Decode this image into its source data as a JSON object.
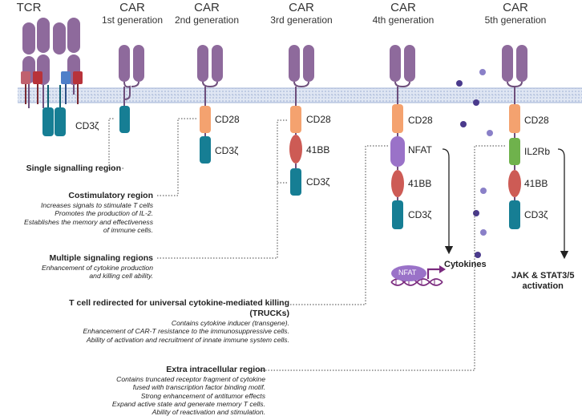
{
  "headers": {
    "tcr": "TCR",
    "car1": {
      "title": "CAR",
      "sub": "1st generation"
    },
    "car2": {
      "title": "CAR",
      "sub": "2nd generation"
    },
    "car3": {
      "title": "CAR",
      "sub": "3rd generation"
    },
    "car4": {
      "title": "CAR",
      "sub": "4th generation"
    },
    "car5": {
      "title": "CAR",
      "sub": "5th generation"
    }
  },
  "domains": {
    "cd3z": "CD3ζ",
    "cd28": "CD28",
    "bb41": "41BB",
    "nfat": "NFAT",
    "il2rb": "IL2Rb"
  },
  "annotations": {
    "single": {
      "heading": "Single signalling region"
    },
    "costim": {
      "heading": "Costimulatory region",
      "lines": [
        "Increases signals to stimulate T cells",
        "Promotes the production of IL-2.",
        "Establishes the memory and effectiveness",
        "of immune cells."
      ]
    },
    "multiple": {
      "heading": "Multiple signaling regions",
      "lines": [
        "Enhancement of cytokine production",
        "and killing cell ability."
      ]
    },
    "trucks": {
      "heading": "T cell redirected for universal cytokine-mediated killing",
      "heading2": "(TRUCKs)",
      "lines": [
        "Contains cytokine inducer (transgene).",
        "Enhancement of CAR-T resistance to the immunosuppressive cells.",
        "Ability of activation and recruitment of innate immune system cells."
      ]
    },
    "extra": {
      "heading": "Extra intracellular region",
      "lines": [
        "Contains truncated receptor fragment of cytokine",
        "fused with transcription factor binding motif.",
        "Strong enhancement of antitumor effects",
        "Expand active state and generate memory T cells.",
        "Ability of reactivation and stimulation."
      ]
    }
  },
  "outputs": {
    "cytokines": "Cytokines",
    "nfat_gene": "NFAT",
    "jak": "JAK  &  STAT3/5",
    "activation": "activation"
  },
  "colors": {
    "receptor": "#8e6a9c",
    "membrane": "#c7d3ea",
    "cd3z": "#167e94",
    "cd28": "#f4a26f",
    "bb41": "#cd5b55",
    "nfat": "#9a72c8",
    "il2rb": "#6fb24c",
    "cytokine": "#4a3a8c",
    "tcr_red": "#b8333a",
    "tcr_blue": "#4f7fc9",
    "tcr_pink": "#c0616f"
  }
}
